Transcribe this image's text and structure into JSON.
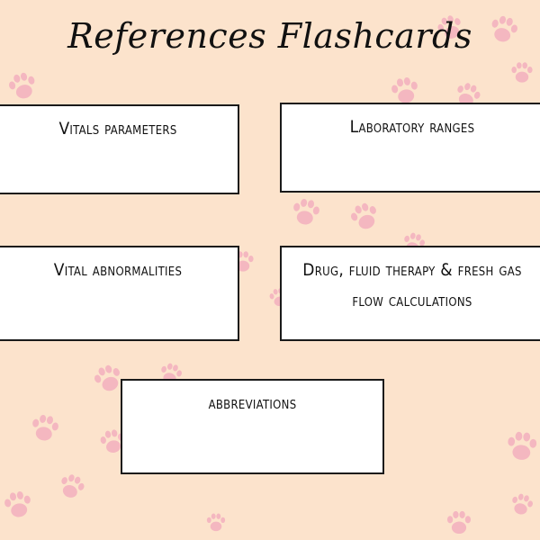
{
  "page": {
    "title": "References Flashcards",
    "background": "#fce3cc",
    "paw_color": "#f4b7c0"
  },
  "cards": [
    {
      "id": "vitals",
      "label": "Vitals parameters"
    },
    {
      "id": "labs",
      "label": "Laboratory ranges"
    },
    {
      "id": "abnormal",
      "label": "Vital abnormalities"
    },
    {
      "id": "drug",
      "label": "Drug, fluid therapy & fresh gas flow calculations"
    },
    {
      "id": "abbrev",
      "label": "abbreviations"
    }
  ],
  "decor": {
    "icon": "paw-print-icon"
  }
}
